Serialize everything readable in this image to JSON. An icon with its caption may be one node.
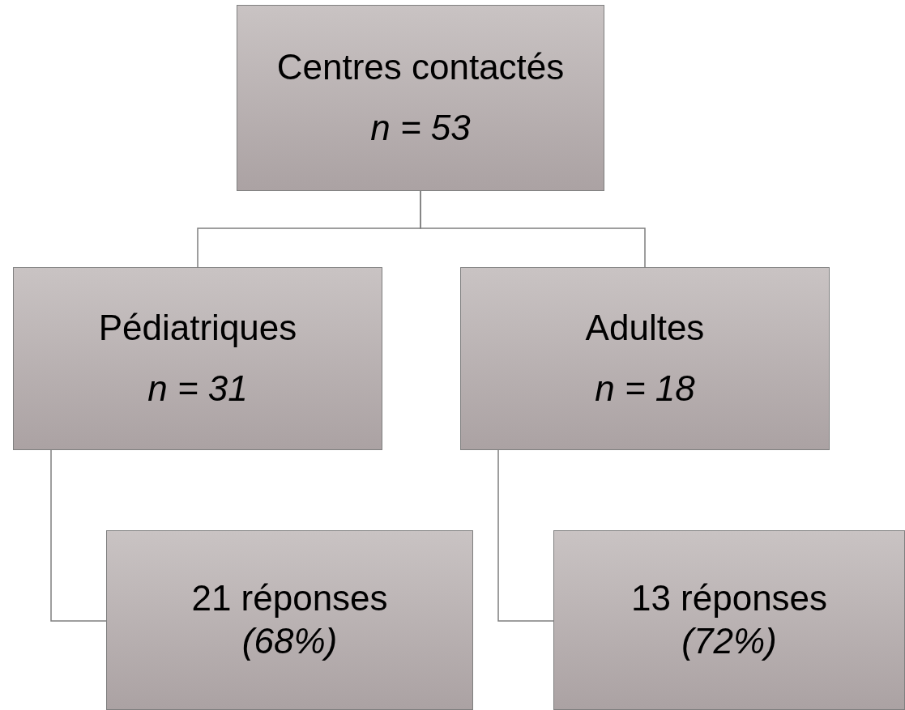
{
  "diagram": {
    "nodes": [
      {
        "text": [
          "Centres contactés",
          "n = 53"
        ]
      },
      {
        "text": [
          "Pédiatriques",
          "n = 31"
        ]
      },
      {
        "text": [
          "Adultes",
          "n = 18"
        ]
      },
      {
        "text": [
          "21 réponses",
          "(68%)"
        ]
      },
      {
        "text": [
          "13 réponses",
          "(72%)"
        ]
      }
    ],
    "edges": [
      {
        "from": 0,
        "to": 1,
        "arrow": "none"
      },
      {
        "from": 0,
        "to": 2,
        "arrow": "none"
      },
      {
        "from": 1,
        "to": 3,
        "arrow": "none"
      },
      {
        "from": 2,
        "to": 4,
        "arrow": "none"
      }
    ]
  }
}
